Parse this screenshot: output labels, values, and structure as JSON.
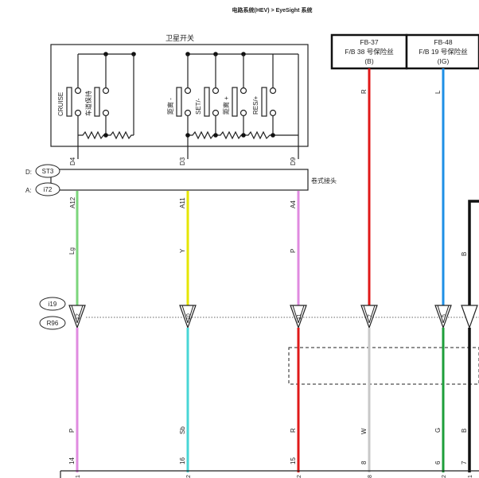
{
  "header": {
    "title": "电路系统(HEV) > EyeSight 系统"
  },
  "satellite_switch": {
    "title": "卫星开关",
    "switches": [
      "CRUISE",
      "车道保持",
      "距离 -",
      "SET/-",
      "距离 +",
      "RES/+"
    ]
  },
  "spiral_connector": {
    "label": "卷式接头",
    "conn_d": "D:",
    "conn_d_name": "ST3",
    "conn_a": "A:",
    "conn_a_name": "i72",
    "pins_top": [
      "D4",
      "D3",
      "D9"
    ],
    "pins_bottom": [
      "A12",
      "A11",
      "A4"
    ]
  },
  "fuses": [
    {
      "id": "FB-37",
      "line2": "F/B 38 号保险丝",
      "line3": "(B)"
    },
    {
      "id": "FB-48",
      "line2": "F/B 19 号保险丝",
      "line3": "(IG)"
    }
  ],
  "connectors": [
    "i19",
    "R96"
  ],
  "wires": {
    "upper": [
      "Lg",
      "Y",
      "P",
      "R",
      "L",
      "B"
    ],
    "lower": [
      "P",
      "Sb",
      "R",
      "W",
      "G",
      "B"
    ]
  },
  "pins": {
    "joint": [
      "12",
      "10",
      "11",
      "7",
      "5"
    ],
    "bottom": [
      "14",
      "16",
      "15",
      "8",
      "6",
      "7"
    ],
    "bottom_edge": [
      "1",
      "2",
      "2",
      "8",
      "2",
      "1"
    ]
  },
  "colors": {
    "green_light": "#7cd67c",
    "yellow": "#e6e600",
    "pink": "#e08be0",
    "red": "#e01818",
    "blue": "#1e8fe6",
    "black": "#111111",
    "white_wire": "#c8c8c8",
    "sky_blue": "#48d6d6",
    "green": "#1e9e3a"
  }
}
